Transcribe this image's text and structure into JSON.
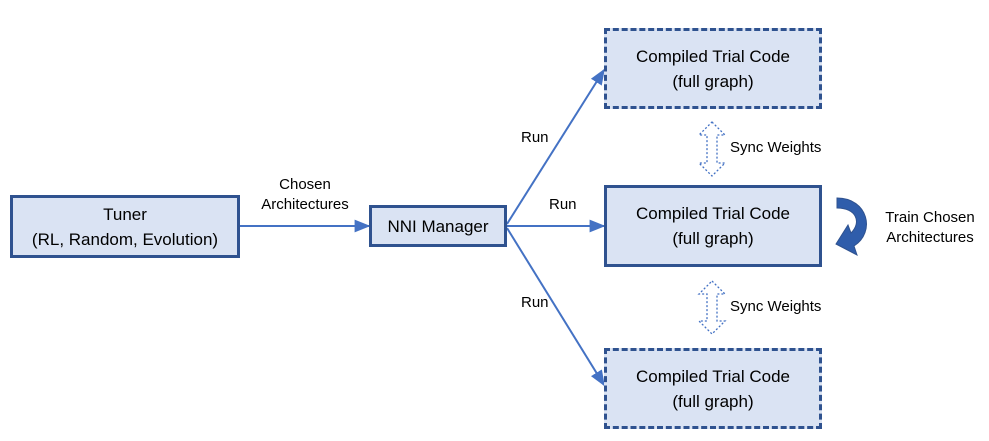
{
  "tuner": {
    "line1": "Tuner",
    "line2": "(RL, Random, Evolution)"
  },
  "manager": {
    "label": "NNI Manager"
  },
  "edge_tuner_manager": {
    "line1": "Chosen",
    "line2": "Architectures"
  },
  "run_labels": {
    "top": "Run",
    "middle": "Run",
    "bottom": "Run"
  },
  "trials": {
    "top": {
      "line1": "Compiled Trial Code",
      "line2": "(full graph)"
    },
    "middle": {
      "line1": "Compiled Trial Code",
      "line2": "(full graph)"
    },
    "bottom": {
      "line1": "Compiled Trial Code",
      "line2": "(full graph)"
    }
  },
  "sync": {
    "upper": "Sync Weights",
    "lower": "Sync Weights"
  },
  "train": {
    "line1": "Train Chosen",
    "line2": "Architectures"
  },
  "colors": {
    "box_fill": "#dae3f3",
    "box_border": "#2f528f",
    "arrow": "#4472c4"
  }
}
